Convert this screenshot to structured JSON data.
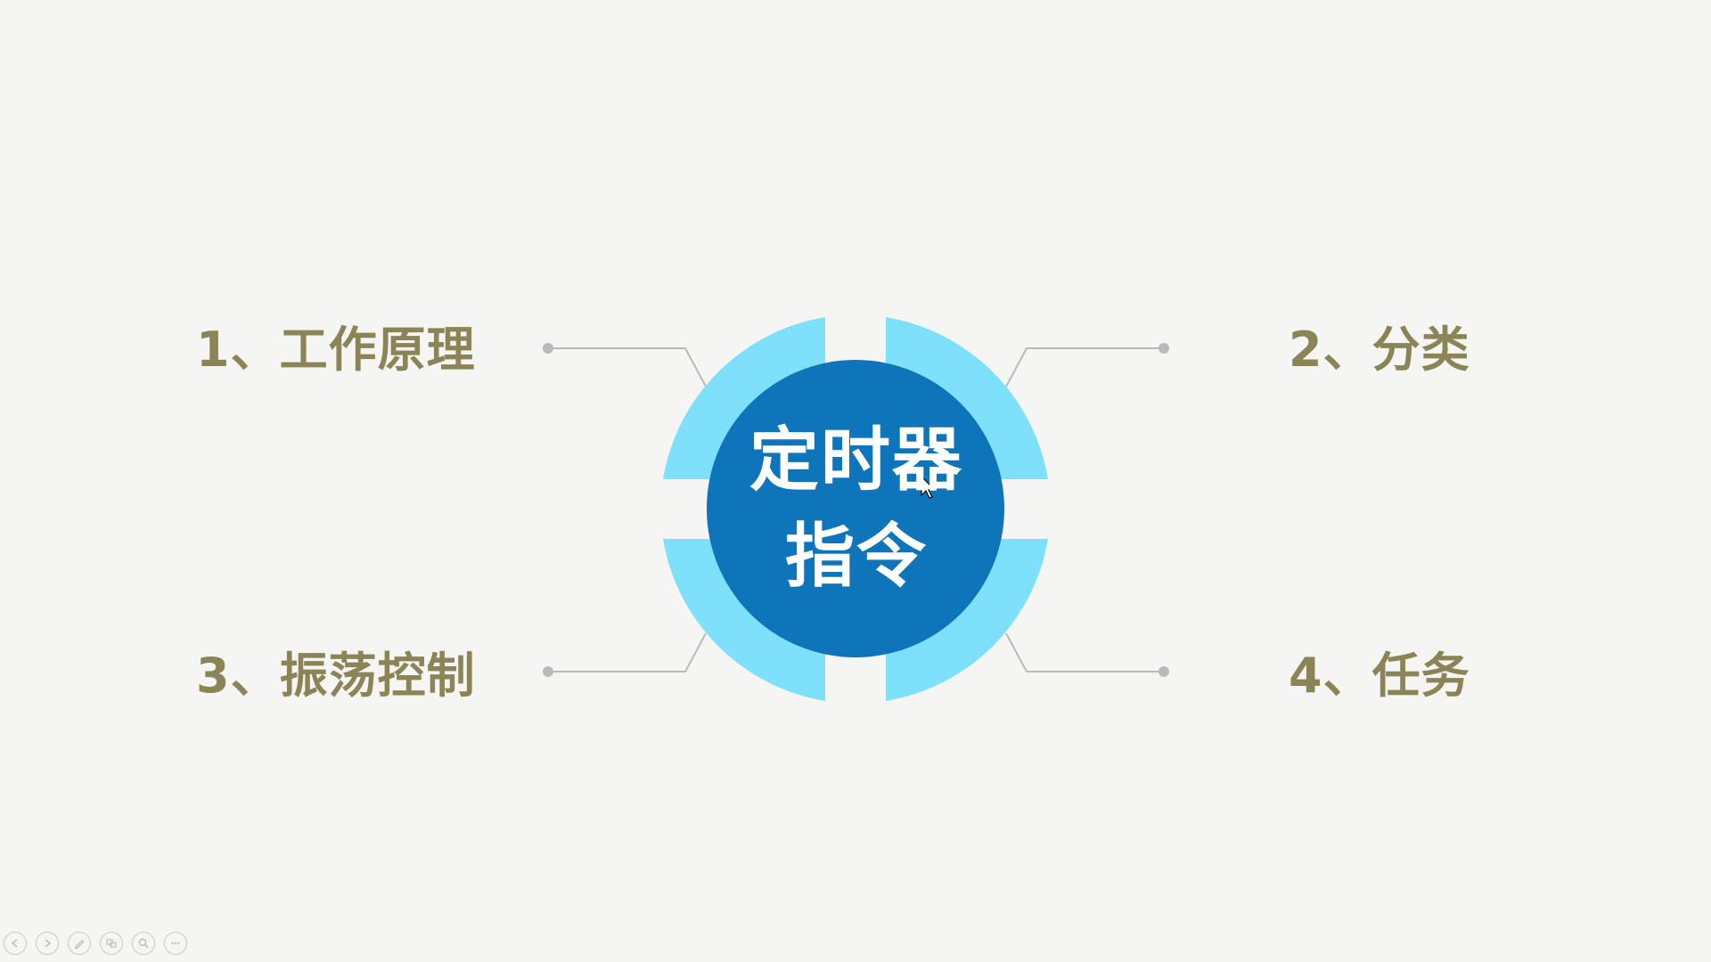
{
  "center": {
    "line1": "定时器",
    "line2": "指令"
  },
  "items": [
    {
      "label": "1、工作原理"
    },
    {
      "label": "2、分类"
    },
    {
      "label": "3、振荡控制"
    },
    {
      "label": "4、任务"
    }
  ],
  "colors": {
    "background": "#f5f5f4",
    "center_fill": "#0f75ba",
    "ring_fill": "#7fe0fb",
    "label_text": "#8b8456",
    "connector": "#b9b9b9"
  },
  "slideshow_controls": [
    {
      "icon": "previous-icon"
    },
    {
      "icon": "next-icon"
    },
    {
      "icon": "pen-icon"
    },
    {
      "icon": "slides-icon"
    },
    {
      "icon": "zoom-icon"
    },
    {
      "icon": "more-icon"
    }
  ]
}
